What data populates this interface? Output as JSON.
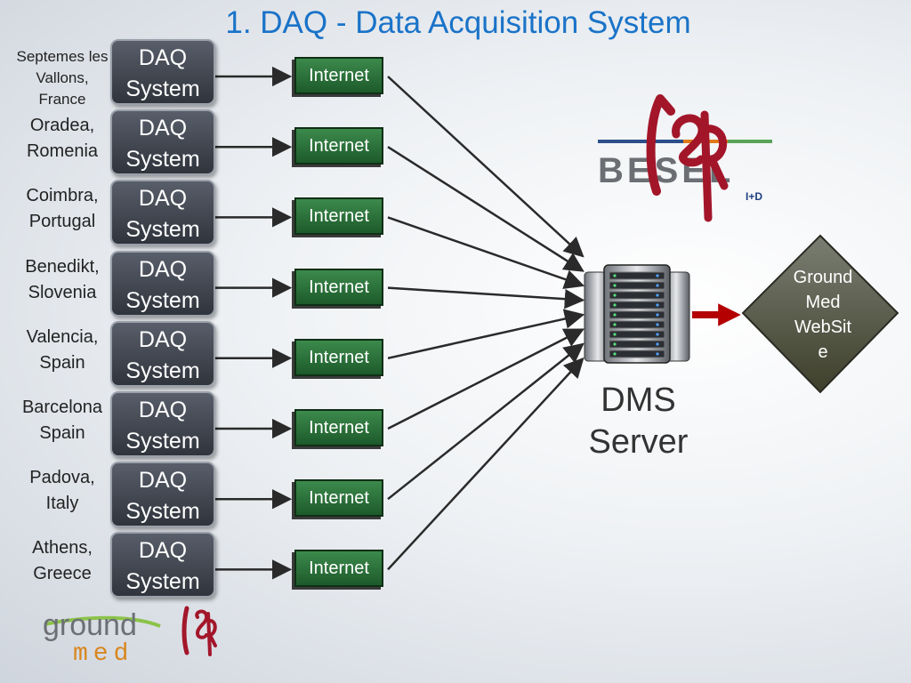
{
  "title": "1. DAQ - Data Acquisition System",
  "sites": [
    {
      "lines": [
        "Septemes les",
        "Vallons,",
        "France"
      ],
      "daq": [
        "DAQ",
        "System"
      ],
      "internet": "Internet"
    },
    {
      "lines": [
        "Oradea,",
        "Romenia"
      ],
      "daq": [
        "DAQ",
        "System"
      ],
      "internet": "Internet"
    },
    {
      "lines": [
        "Coimbra,",
        "Portugal"
      ],
      "daq": [
        "DAQ",
        "System"
      ],
      "internet": "Internet"
    },
    {
      "lines": [
        "Benedikt,",
        "Slovenia"
      ],
      "daq": [
        "DAQ",
        "System"
      ],
      "internet": "Internet"
    },
    {
      "lines": [
        "Valencia,",
        "Spain"
      ],
      "daq": [
        "DAQ",
        "System"
      ],
      "internet": "Internet"
    },
    {
      "lines": [
        "Barcelona",
        "Spain"
      ],
      "daq": [
        "DAQ",
        "System"
      ],
      "internet": "Internet"
    },
    {
      "lines": [
        "Padova,",
        "Italy"
      ],
      "daq": [
        "DAQ",
        "System"
      ],
      "internet": "Internet"
    },
    {
      "lines": [
        "Athens,",
        "Greece"
      ],
      "daq": [
        "DAQ",
        "System"
      ],
      "internet": "Internet"
    }
  ],
  "server": {
    "lines": [
      "DMS",
      "Server"
    ],
    "icon": "server-rack-icon"
  },
  "website": {
    "lines": [
      "Ground",
      "Med",
      "WebSit",
      "e"
    ]
  },
  "logos": {
    "besel": {
      "text": "BESEL",
      "suffix": "I+D"
    },
    "groundmed": {
      "top": "ground",
      "bottom": "med"
    },
    "isr": "ISR"
  },
  "colors": {
    "title": "#1a73c8",
    "daq_box": "#3a3f48",
    "internet_box": "#2b6e3a",
    "website_diamond": "#4a4d3a",
    "arrow_to_website": "#b40000"
  }
}
